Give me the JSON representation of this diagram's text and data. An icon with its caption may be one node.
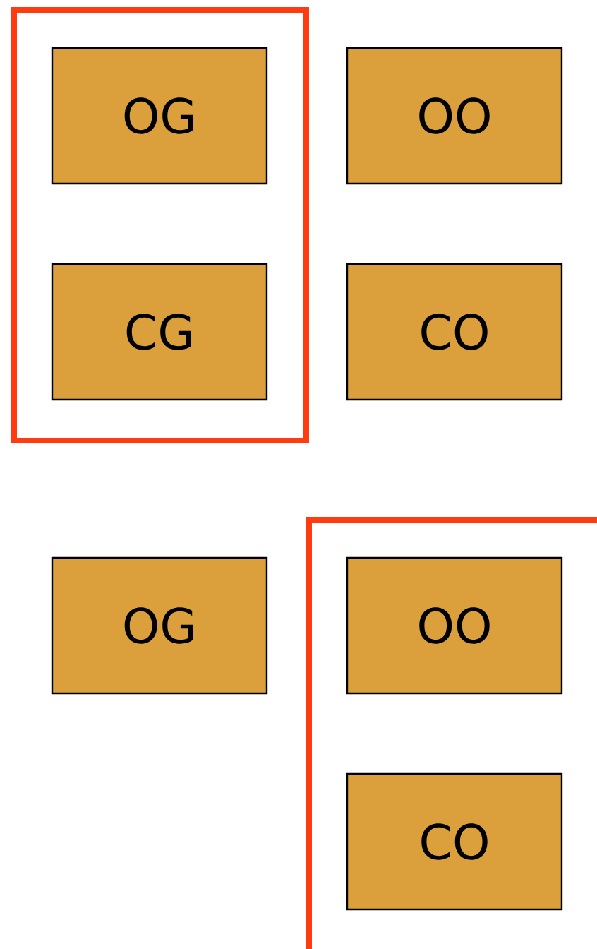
{
  "diagram": {
    "nodes": [
      {
        "text": [],
        "shape": "box"
      },
      {
        "text": [
          "OG"
        ],
        "in": 0
      },
      {
        "text": [
          "OO"
        ]
      },
      {
        "text": [
          "CG"
        ],
        "in": 0
      },
      {
        "text": [
          "CO"
        ]
      },
      {
        "text": [
          "OG"
        ]
      },
      {
        "text": [],
        "shape": "box"
      },
      {
        "text": [
          "OO"
        ],
        "in": 6
      },
      {
        "text": [
          "CO"
        ],
        "in": 6
      }
    ]
  }
}
